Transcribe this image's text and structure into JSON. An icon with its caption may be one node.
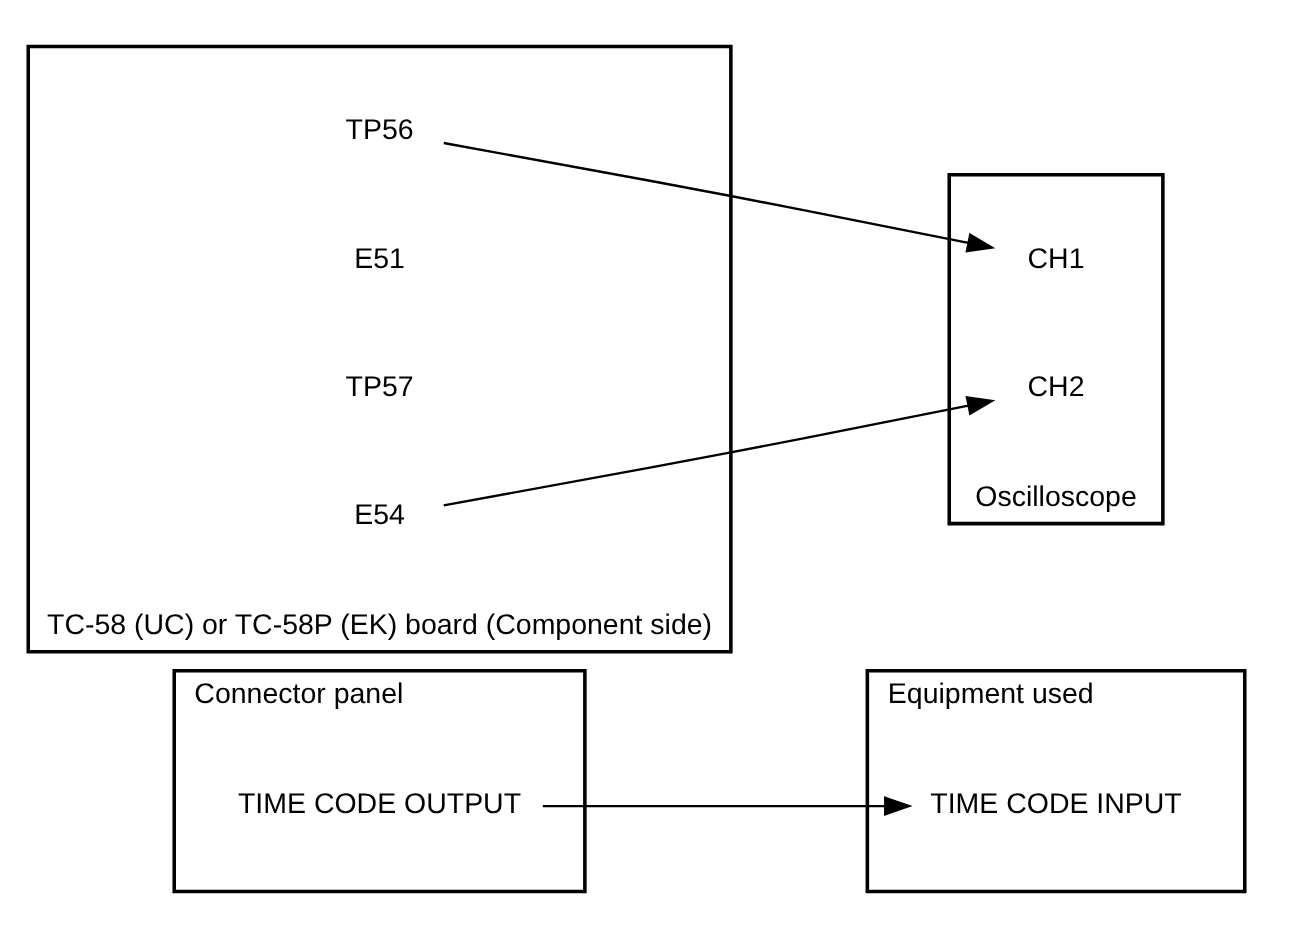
{
  "diagram": {
    "nodes": [
      {
        "text": [
          "Connector panel"
        ]
      },
      {
        "text": [
          "TIME CODE OUTPUT"
        ],
        "in": 0
      },
      {
        "text": [
          "Equipment used"
        ]
      },
      {
        "text": [
          "TIME CODE INPUT"
        ],
        "in": 2
      },
      {
        "text": [
          "TC-58 (UC) or TC-58P (EK) board (Component side)"
        ]
      },
      {
        "text": [
          "TP56"
        ],
        "in": 4
      },
      {
        "text": [
          "E51"
        ],
        "in": 4
      },
      {
        "text": [
          "TP57"
        ],
        "in": 4
      },
      {
        "text": [
          "E54"
        ],
        "in": 4
      },
      {
        "text": [
          "Oscilloscope"
        ]
      },
      {
        "text": [
          "CH1"
        ],
        "in": 9
      },
      {
        "text": [
          "CH2"
        ],
        "in": 9
      }
    ],
    "edges": [
      {
        "from": 1,
        "to": 3,
        "arrow": "to"
      },
      {
        "from": 5,
        "to": 10,
        "arrow": "to"
      },
      {
        "from": 8,
        "to": 11,
        "arrow": "to"
      }
    ]
  }
}
